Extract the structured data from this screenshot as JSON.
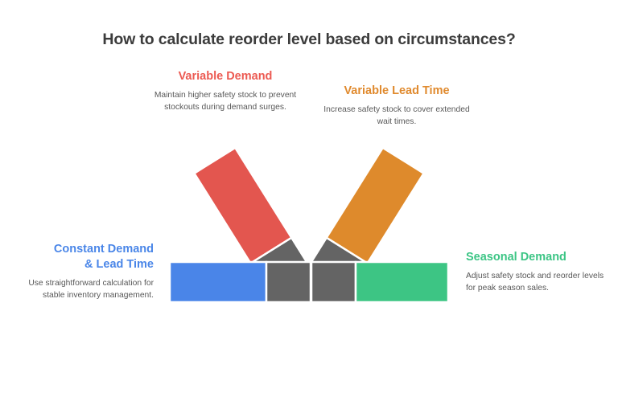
{
  "page": {
    "background_color": "#ffffff",
    "title": "How to calculate reorder level based on circumstances?"
  },
  "callouts": [
    {
      "id": "variable-demand",
      "heading": "Variable Demand",
      "body": "Maintain higher safety stock to prevent stockouts during demand surges.",
      "color": "#EC5A52"
    },
    {
      "id": "variable-lead-time",
      "heading": "Variable Lead Time",
      "body": "Increase safety stock to cover extended wait times.",
      "color": "#E08A2E"
    },
    {
      "id": "constant-demand-lead-time",
      "heading": "Constant Demand & Lead Time",
      "heading_line_1": "Constant Demand",
      "heading_line_2": "& Lead Time",
      "body": "Use straightforward calculation for stable inventory management.",
      "color": "#4A86E8"
    },
    {
      "id": "seasonal-demand",
      "heading": "Seasonal Demand",
      "body": "Adjust safety stock and reorder levels for peak season sales.",
      "color": "#3CC585"
    }
  ],
  "graphic": {
    "description": "four-arrow fan diagram",
    "colors": {
      "red": "#E3564F",
      "orange": "#DE8A2C",
      "blue": "#4A85E8",
      "green": "#3DC584",
      "gray": "#646464",
      "outline": "#ffffff"
    },
    "segments": [
      {
        "name": "constant-demand-bar",
        "color": "#4A85E8",
        "orientation": "horizontal-left"
      },
      {
        "name": "constant-demand-foot",
        "color": "#646464",
        "orientation": "horizontal-left"
      },
      {
        "name": "variable-demand-bar",
        "color": "#E3564F",
        "orientation": "rotated-left"
      },
      {
        "name": "variable-demand-foot",
        "color": "#646464",
        "orientation": "rotated-left"
      },
      {
        "name": "variable-lead-time-bar",
        "color": "#DE8A2C",
        "orientation": "rotated-right"
      },
      {
        "name": "variable-lead-time-foot",
        "color": "#646464",
        "orientation": "rotated-right"
      },
      {
        "name": "seasonal-demand-foot",
        "color": "#646464",
        "orientation": "horizontal-right"
      },
      {
        "name": "seasonal-demand-bar",
        "color": "#3DC584",
        "orientation": "horizontal-right"
      }
    ]
  }
}
